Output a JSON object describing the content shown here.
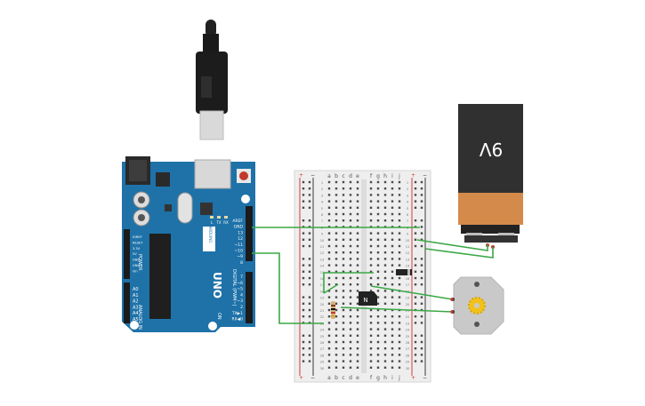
{
  "arduino": {
    "brand": "ARDUINO",
    "model": "UNO",
    "header_top_labels": [
      "AREF",
      "GND",
      "13",
      "12",
      "~11",
      "~10",
      "~9",
      "8"
    ],
    "header_bottom_labels": [
      "7",
      "~6",
      "~5",
      "4",
      "~3",
      "2",
      "TX▶1",
      "RX◀0"
    ],
    "power_labels": [
      "IOREF",
      "RESET",
      "3.3V",
      "5V",
      "GND",
      "GND",
      "Vin"
    ],
    "power_title": "POWER",
    "analog_labels": [
      "A0",
      "A1",
      "A2",
      "A3",
      "A4",
      "A5"
    ],
    "analog_title": "ANALOG IN",
    "digital_title": "DIGITAL (PWM~)",
    "led_labels": [
      "L",
      "TX",
      "RX"
    ],
    "on_label": "ON"
  },
  "breadboard": {
    "column_letters_left": [
      "a",
      "b",
      "c",
      "d",
      "e"
    ],
    "column_letters_right": [
      "f",
      "g",
      "h",
      "i",
      "j"
    ],
    "row_labels": [
      "1",
      "2",
      "3",
      "4",
      "5",
      "6",
      "7",
      "8",
      "9",
      "10",
      "11",
      "12",
      "13",
      "14",
      "15",
      "16",
      "17",
      "18",
      "19",
      "20",
      "21",
      "22",
      "23",
      "24",
      "25",
      "26",
      "27",
      "28",
      "29",
      "30"
    ],
    "rail_plus": "+",
    "rail_minus": "−"
  },
  "battery": {
    "label": "9V"
  },
  "transistor": {
    "label": "N"
  },
  "colors": {
    "board": "#1e72a8",
    "wire": "#3aa845",
    "battery_top": "#303030",
    "battery_bottom": "#d48a4a",
    "breadboard": "#eeeeee",
    "red_rail": "#d23c3c",
    "motor": "#c9c9c9",
    "gear": "#f2c21b"
  }
}
